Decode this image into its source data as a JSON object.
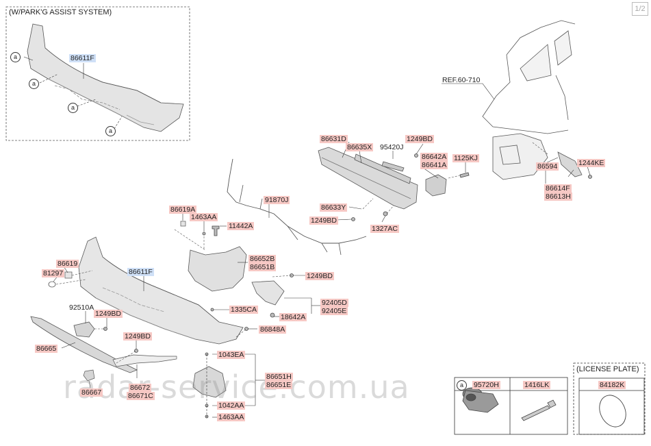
{
  "page_indicator": "1/2",
  "watermark": "radar-service.com.ua",
  "inset_park_assist": {
    "title": "(W/PARK'G ASSIST SYSTEM)",
    "part": "86611F",
    "callout": "a"
  },
  "reference": "REF.60-710",
  "parts": {
    "p86631D": "86631D",
    "p86635X": "86635X",
    "p95420J": "95420J",
    "p1249BD_a": "1249BD",
    "p86642A": "86642A",
    "p86641A": "86641A",
    "p1125KJ": "1125KJ",
    "p86594": "86594",
    "p1244KE": "1244KE",
    "p86614F": "86614F",
    "p86613H": "86613H",
    "p91870J": "91870J",
    "p86633Y": "86633Y",
    "p1249BD_b": "1249BD",
    "p1327AC": "1327AC",
    "p86619A": "86619A",
    "p1463AA_a": "1463AA",
    "p11442A": "11442A",
    "p86652B": "86652B",
    "p86651B": "86651B",
    "p86619": "86619",
    "p81297": "81297",
    "p86611F": "86611F",
    "p1249BD_c": "1249BD",
    "p92405D": "92405D",
    "p92405E": "92405E",
    "p1335CA": "1335CA",
    "p18642A": "18642A",
    "p92510A": "92510A",
    "p1249BD_d": "1249BD",
    "p86848A": "86848A",
    "p1249BD_e": "1249BD",
    "p86665": "86665",
    "p1043EA": "1043EA",
    "p86651H": "86651H",
    "p86651E": "86651E",
    "p86672": "86672",
    "p86671C": "86671C",
    "p86667": "86667",
    "p1042AA": "1042AA",
    "p1463AA_b": "1463AA"
  },
  "parts_table": {
    "callout": "a",
    "col1": "95720H",
    "col2": "1416LK"
  },
  "license_plate": {
    "title": "(LICENSE PLATE)",
    "part": "84182K"
  }
}
